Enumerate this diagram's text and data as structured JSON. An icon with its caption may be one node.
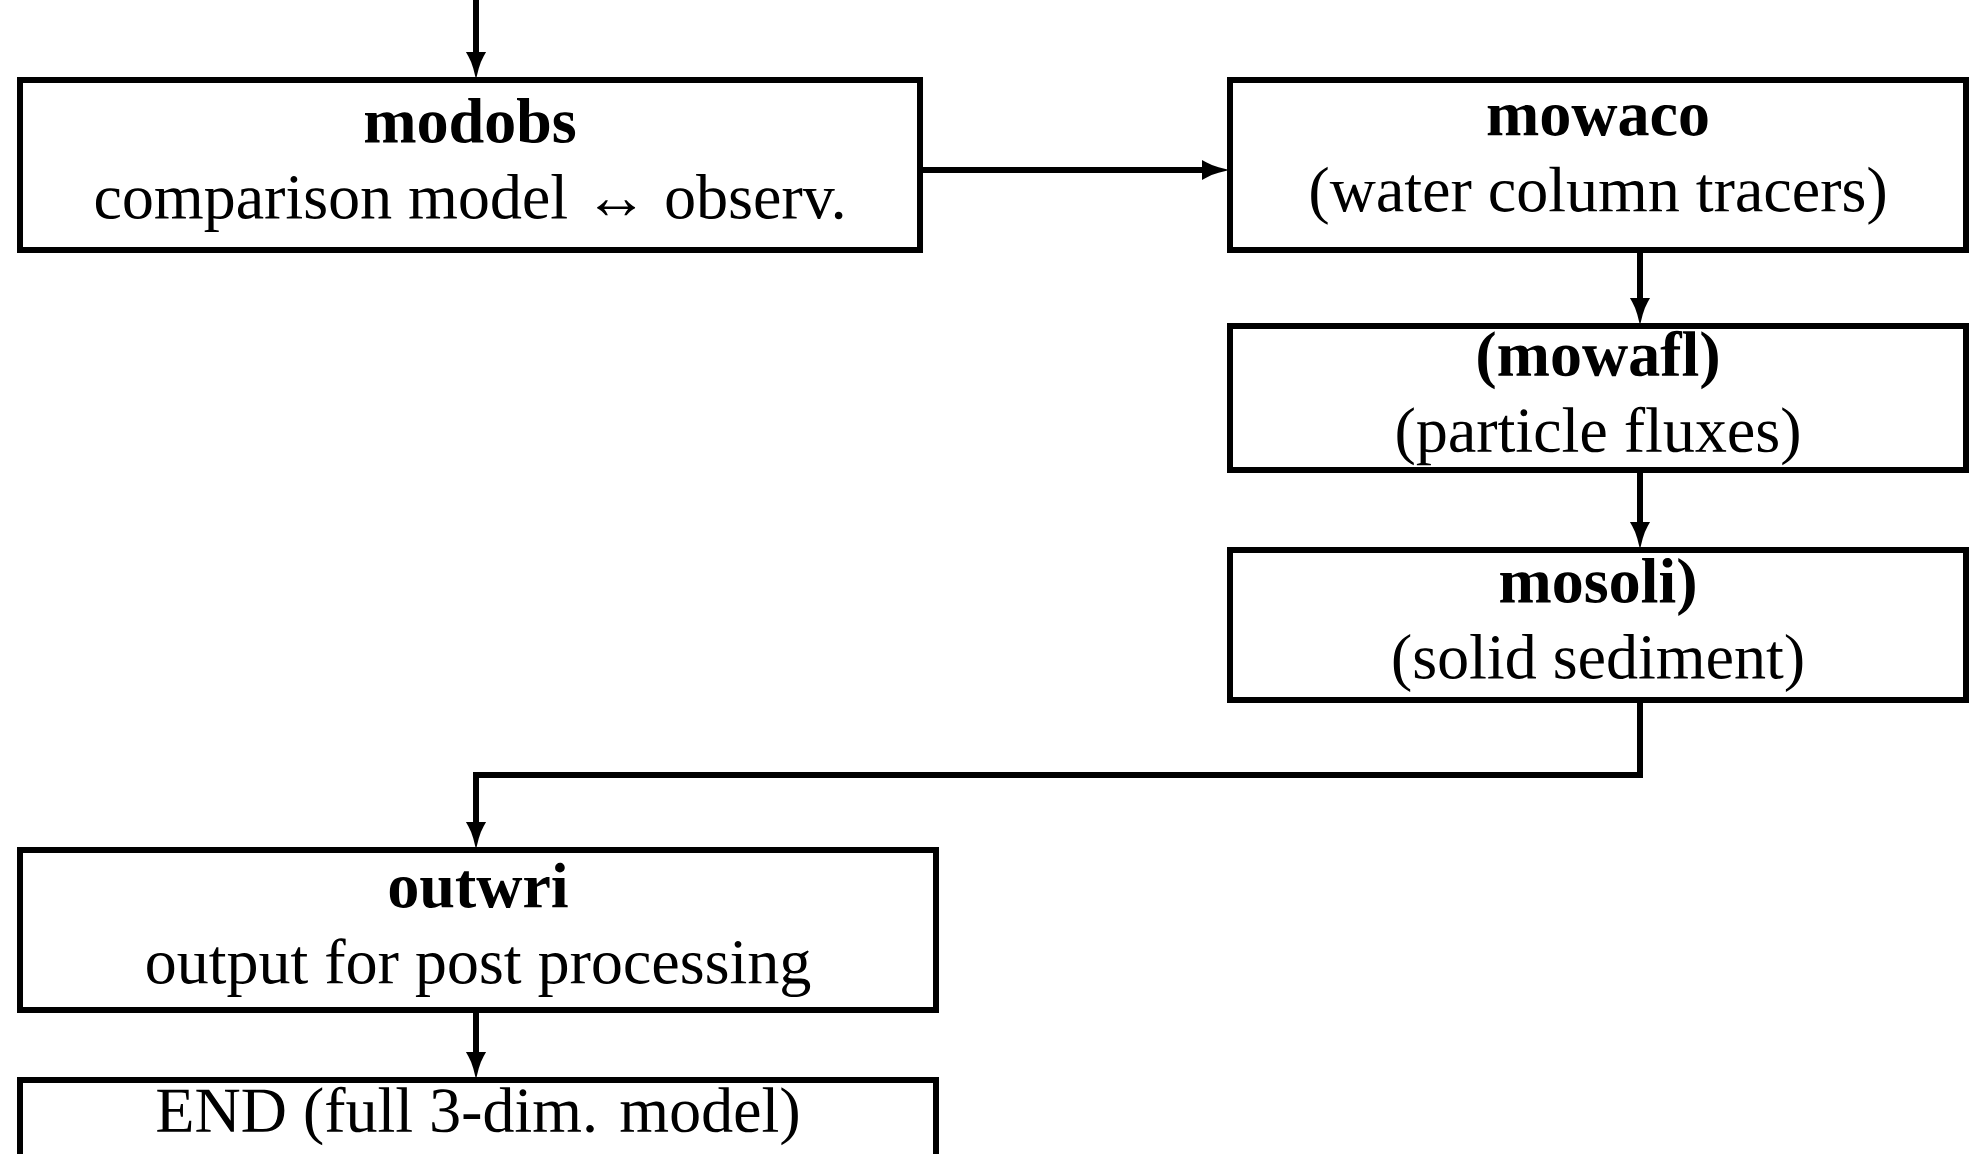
{
  "diagram": {
    "nodes": [
      {
        "text": [
          "modobs",
          "comparison model ↔ observ."
        ]
      },
      {
        "text": [
          "mowaco",
          "(water column tracers)"
        ]
      },
      {
        "text": [
          "(mowafl)",
          "(particle fluxes)"
        ]
      },
      {
        "text": [
          "mosoli)",
          "(solid sediment)"
        ]
      },
      {
        "text": [
          "outwri",
          "output for post processing"
        ]
      },
      {
        "text": [
          "END (full 3-dim. model)"
        ]
      }
    ],
    "edges": [
      {
        "from": null,
        "to": 0,
        "arrow": "to"
      },
      {
        "from": 0,
        "to": 1,
        "arrow": "to"
      },
      {
        "from": 1,
        "to": 2,
        "arrow": "to"
      },
      {
        "from": 2,
        "to": 3,
        "arrow": "to"
      },
      {
        "from": 3,
        "to": 4,
        "arrow": "to"
      },
      {
        "from": 4,
        "to": 5,
        "arrow": "to"
      }
    ]
  }
}
